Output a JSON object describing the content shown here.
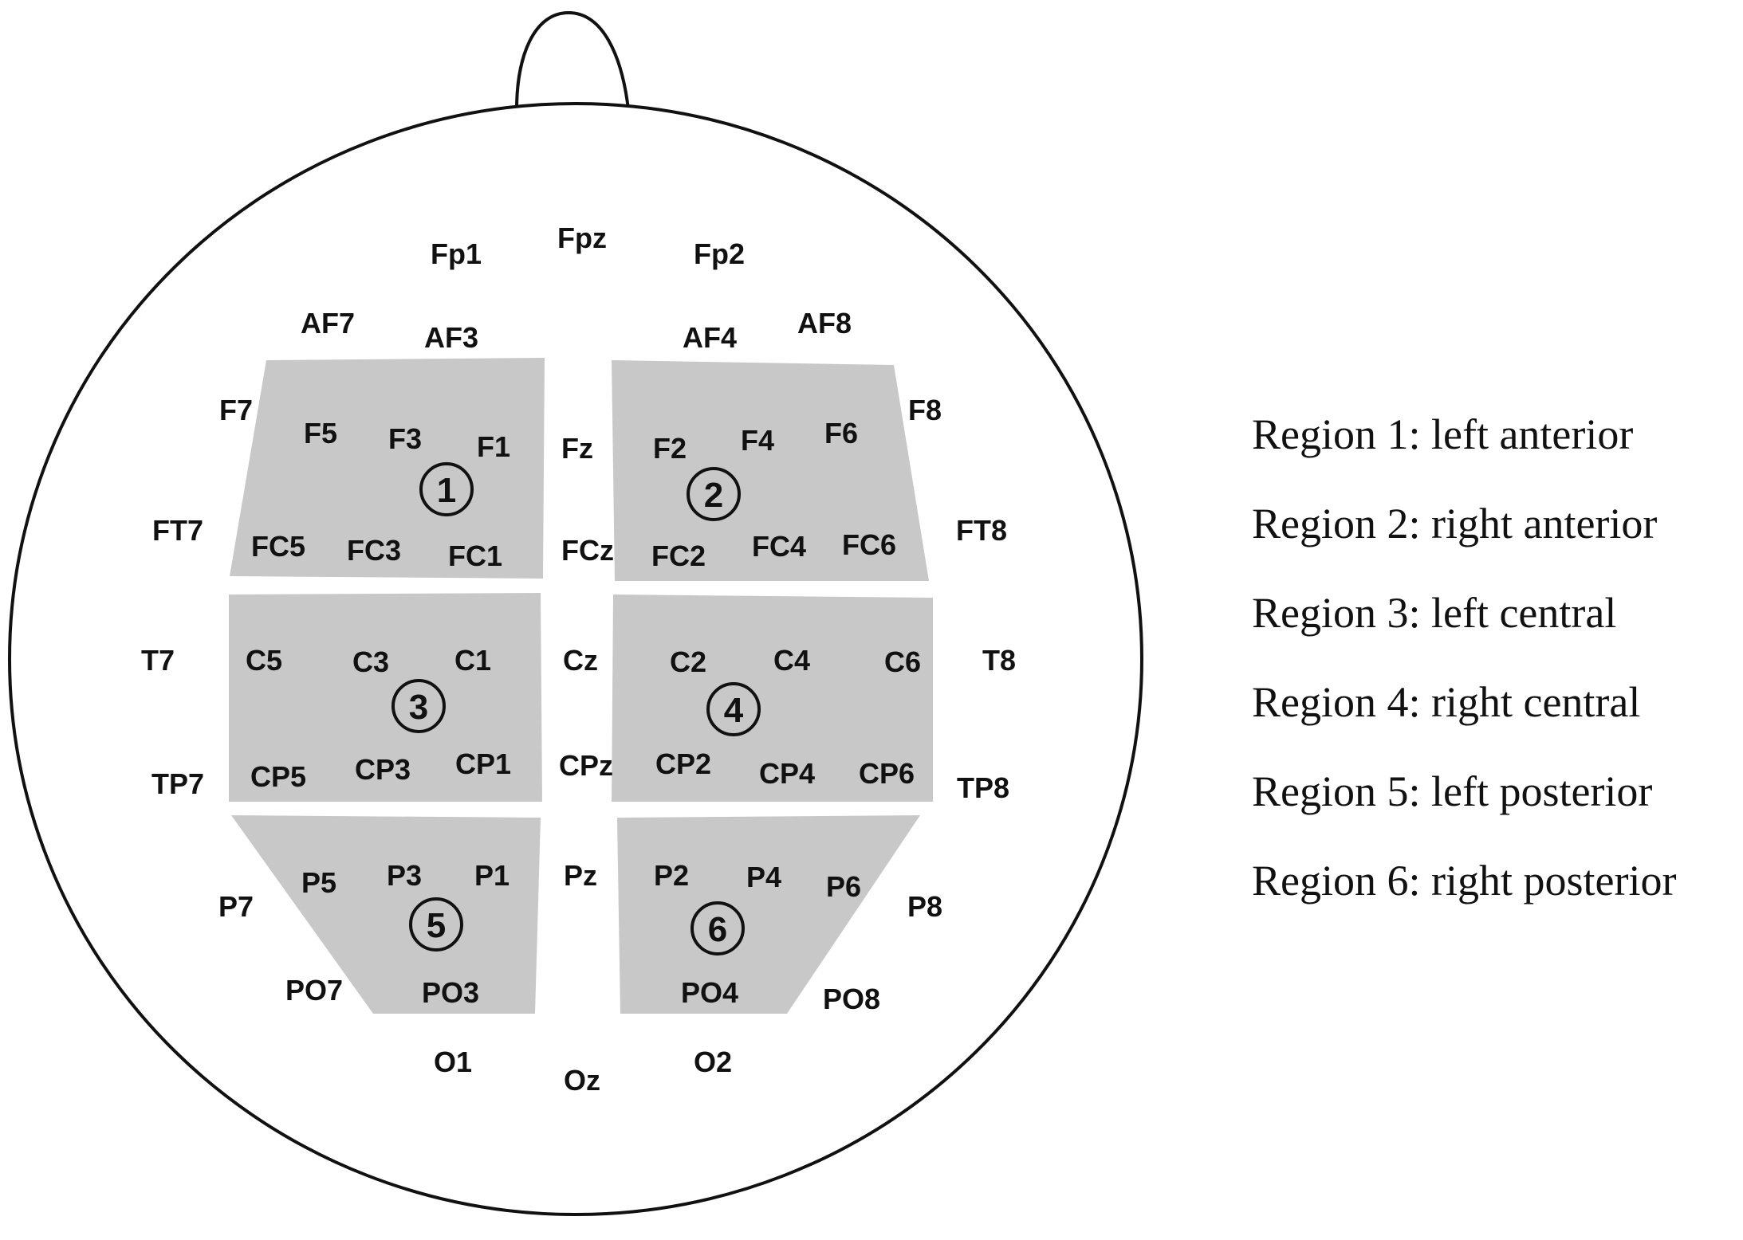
{
  "regions": [
    {
      "number": "1",
      "label": "Region 1: left anterior"
    },
    {
      "number": "2",
      "label": "Region 2: right anterior"
    },
    {
      "number": "3",
      "label": "Region 3: left central"
    },
    {
      "number": "4",
      "label": "Region 4: right central"
    },
    {
      "number": "5",
      "label": "Region 5: left posterior"
    },
    {
      "number": "6",
      "label": "Region 6: right posterior"
    }
  ],
  "electrodes": {
    "Fp1": "Fp1",
    "Fpz": "Fpz",
    "Fp2": "Fp2",
    "AF7": "AF7",
    "AF3": "AF3",
    "AF4": "AF4",
    "AF8": "AF8",
    "F7": "F7",
    "F5": "F5",
    "F3": "F3",
    "F1": "F1",
    "Fz": "Fz",
    "F2": "F2",
    "F4": "F4",
    "F6": "F6",
    "F8": "F8",
    "FT7": "FT7",
    "FC5": "FC5",
    "FC3": "FC3",
    "FC1": "FC1",
    "FCz": "FCz",
    "FC2": "FC2",
    "FC4": "FC4",
    "FC6": "FC6",
    "FT8": "FT8",
    "T7": "T7",
    "C5": "C5",
    "C3": "C3",
    "C1": "C1",
    "Cz": "Cz",
    "C2": "C2",
    "C4": "C4",
    "C6": "C6",
    "T8": "T8",
    "TP7": "TP7",
    "CP5": "CP5",
    "CP3": "CP3",
    "CP1": "CP1",
    "CPz": "CPz",
    "CP2": "CP2",
    "CP4": "CP4",
    "CP6": "CP6",
    "TP8": "TP8",
    "P7": "P7",
    "P5": "P5",
    "P3": "P3",
    "P1": "P1",
    "Pz": "Pz",
    "P2": "P2",
    "P4": "P4",
    "P6": "P6",
    "P8": "P8",
    "PO7": "PO7",
    "PO3": "PO3",
    "PO4": "PO4",
    "PO8": "PO8",
    "O1": "O1",
    "Oz": "Oz",
    "O2": "O2"
  }
}
